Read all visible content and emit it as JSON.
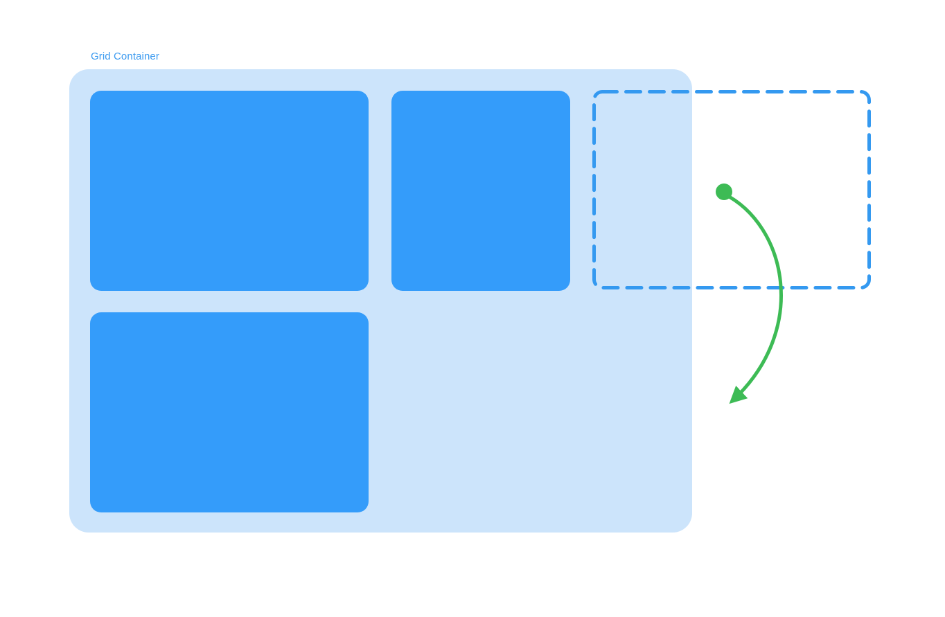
{
  "diagram": {
    "title": "Grid Container",
    "description_of_visual": "CSS grid container diagram: three filled grid items, one empty dashed ghost slot half outside the container, and a curved arrow showing an item moving out and down",
    "grid_items": [
      {
        "id": "item-1",
        "row": 1,
        "col": 1
      },
      {
        "id": "item-2",
        "row": 1,
        "col": 2
      },
      {
        "id": "item-3",
        "row": 2,
        "col": 1
      }
    ],
    "ghost_slot": {
      "id": "ghost-slot",
      "style": "dashed-outline",
      "position": "overlapping right edge of container"
    },
    "arrow": {
      "icon": "curved-move-out-arrow",
      "start_marker": "dot",
      "end_marker": "arrowhead",
      "direction": "from ghost slot center, arcing right then down-left"
    }
  },
  "colors": {
    "page-bg": "#ffffff",
    "label-text": "#3d9bf0",
    "container-bg": "#cce4fb",
    "item-bg": "#349cfa",
    "ghost-border": "#3499f0",
    "arrow-green": "#3dbb55"
  }
}
